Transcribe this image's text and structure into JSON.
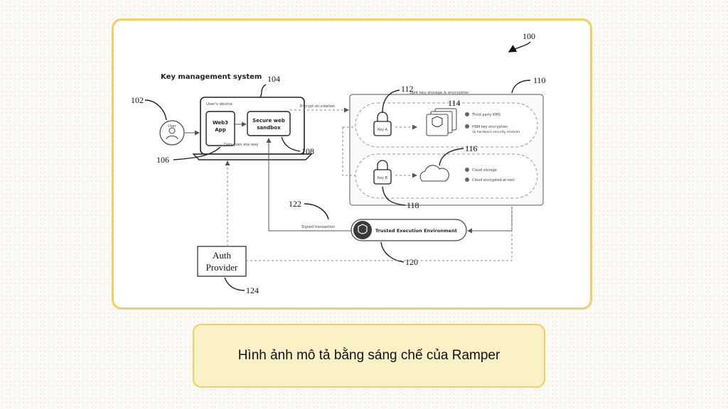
{
  "diagram": {
    "title": "Key management system",
    "ref_system": "100",
    "user": {
      "label": "User",
      "ref": "102"
    },
    "device": {
      "label": "User's device",
      "ref": "104"
    },
    "web3_app": {
      "line1": "Web3",
      "line2": "App",
      "ref": "106"
    },
    "sandbox": {
      "line1": "Secure web",
      "line2": "sandbox",
      "ref": "108"
    },
    "data_flow_note": "Data goes one way",
    "encrypt_note": "Encrypt on creation",
    "split_storage": {
      "label": "Split key storage & encryption",
      "ref": "110"
    },
    "key_a": {
      "label": "Key A",
      "ref": "112"
    },
    "kms": {
      "ref": "114",
      "items": [
        "Third party KMS",
        "HSM key encryption",
        "(& hardware security module)"
      ]
    },
    "cloud": {
      "ref": "116",
      "items": [
        "Cloud storage",
        "Cloud encrypted-at-rest"
      ]
    },
    "key_b": {
      "label": "Key B",
      "ref": "118"
    },
    "tee": {
      "label": "Trusted Execution Environment",
      "ref": "120"
    },
    "signed_tx": {
      "label": "Signed transaction",
      "ref": "122"
    },
    "auth": {
      "line1": "Auth",
      "line2": "Provider",
      "ref": "124"
    }
  },
  "caption": {
    "text": "Hình ảnh mô tả bằng sáng chế của Ramper"
  },
  "colors": {
    "accent_border": "#f0cf63",
    "caption_bg": "#fbf1c7"
  }
}
